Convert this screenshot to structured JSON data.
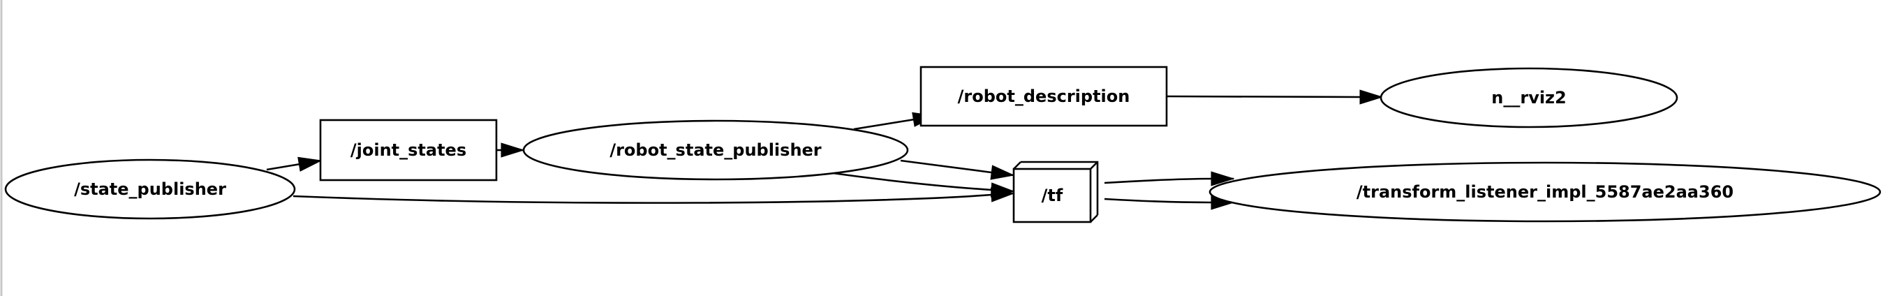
{
  "graph": {
    "nodes": [
      {
        "id": "state_publisher",
        "label": "/state_publisher",
        "shape": "ellipse"
      },
      {
        "id": "joint_states",
        "label": "/joint_states",
        "shape": "box"
      },
      {
        "id": "robot_state_publisher",
        "label": "/robot_state_publisher",
        "shape": "ellipse"
      },
      {
        "id": "robot_description",
        "label": "/robot_description",
        "shape": "box"
      },
      {
        "id": "rviz2",
        "label": "n__rviz2",
        "shape": "ellipse"
      },
      {
        "id": "tf",
        "label": "/tf",
        "shape": "box3d"
      },
      {
        "id": "transform_listener",
        "label": "/transform_listener_impl_5587ae2aa360",
        "shape": "ellipse"
      }
    ],
    "edges": [
      {
        "from": "state_publisher",
        "to": "joint_states"
      },
      {
        "from": "state_publisher",
        "to": "tf"
      },
      {
        "from": "joint_states",
        "to": "robot_state_publisher"
      },
      {
        "from": "robot_state_publisher",
        "to": "robot_description"
      },
      {
        "from": "robot_state_publisher",
        "to": "tf",
        "variant": "upper"
      },
      {
        "from": "robot_state_publisher",
        "to": "tf",
        "variant": "lower"
      },
      {
        "from": "robot_description",
        "to": "rviz2"
      },
      {
        "from": "tf",
        "to": "transform_listener",
        "variant": "upper"
      },
      {
        "from": "tf",
        "to": "transform_listener",
        "variant": "lower"
      }
    ]
  }
}
